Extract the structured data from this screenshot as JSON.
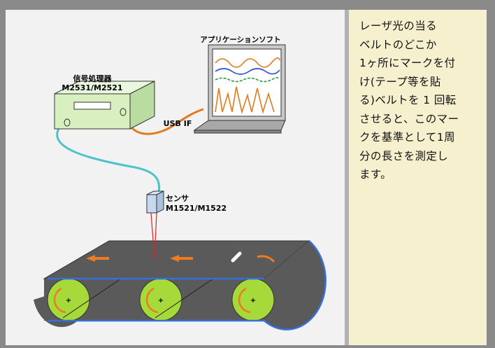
{
  "labels": {
    "processor_title": "信号処理器",
    "processor_model": "M2531/M2521",
    "software": "アプリケーションソフト",
    "usb": "USB IF",
    "sensor_title": "センサ",
    "sensor_model": "M1521/M1522"
  },
  "description_lines": [
    "レーザ光の当る",
    "ベルトのどこか",
    "1ヶ所にマークを付",
    "け(テープ等を貼",
    "る)ベルトを 1 回転",
    "させると、このマー",
    "クを基準として1周",
    "分の長さを測定し",
    "ます。"
  ],
  "colors": {
    "frame": "#8a8a8a",
    "panel": "#f2f2f2",
    "note_bg": "#f6f0cf",
    "belt": "#555555",
    "belt_edge": "#3a6fd8",
    "roller": "#a6d93a",
    "arrow": "#f07a20",
    "laser": "#e02020",
    "cable_cyan": "#4fc3c9",
    "cable_orange": "#e07a1a",
    "device_green": "#d8f0c0"
  }
}
